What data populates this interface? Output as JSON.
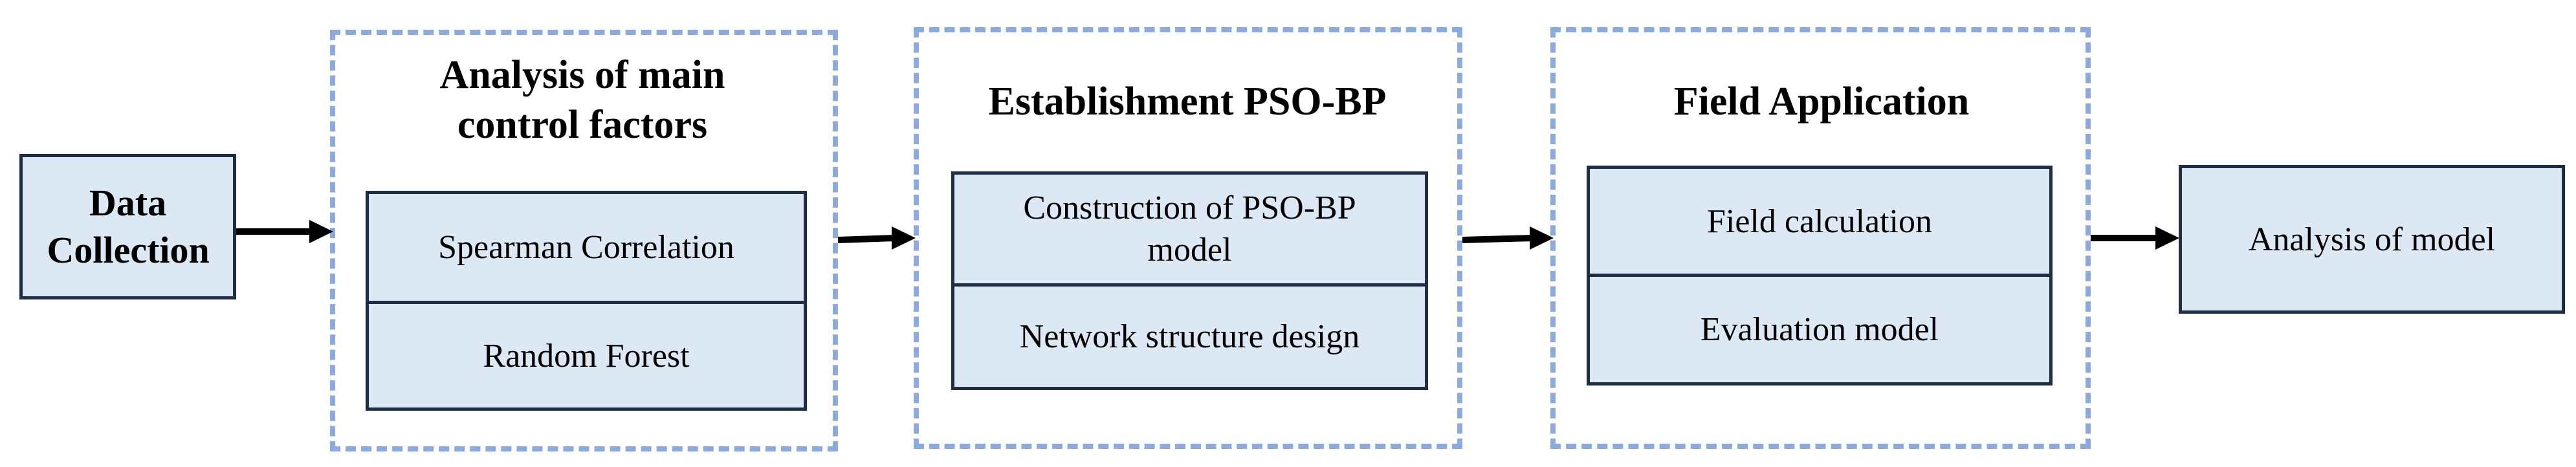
{
  "data_collection": "Data Collection",
  "group1": {
    "title": "Analysis of main control factors",
    "items": [
      "Spearman Correlation",
      "Random Forest"
    ]
  },
  "group2": {
    "title": "Establishment PSO-BP",
    "items": [
      "Construction of PSO-BP model",
      "Network structure design"
    ]
  },
  "group3": {
    "title": "Field Application",
    "items": [
      "Field calculation",
      "Evaluation model"
    ]
  },
  "analysis": "Analysis of model",
  "colors": {
    "box_fill": "#dde8f5",
    "box_border": "#1f2d46",
    "dashed_border": "#8eaadb",
    "arrow": "#000000"
  }
}
